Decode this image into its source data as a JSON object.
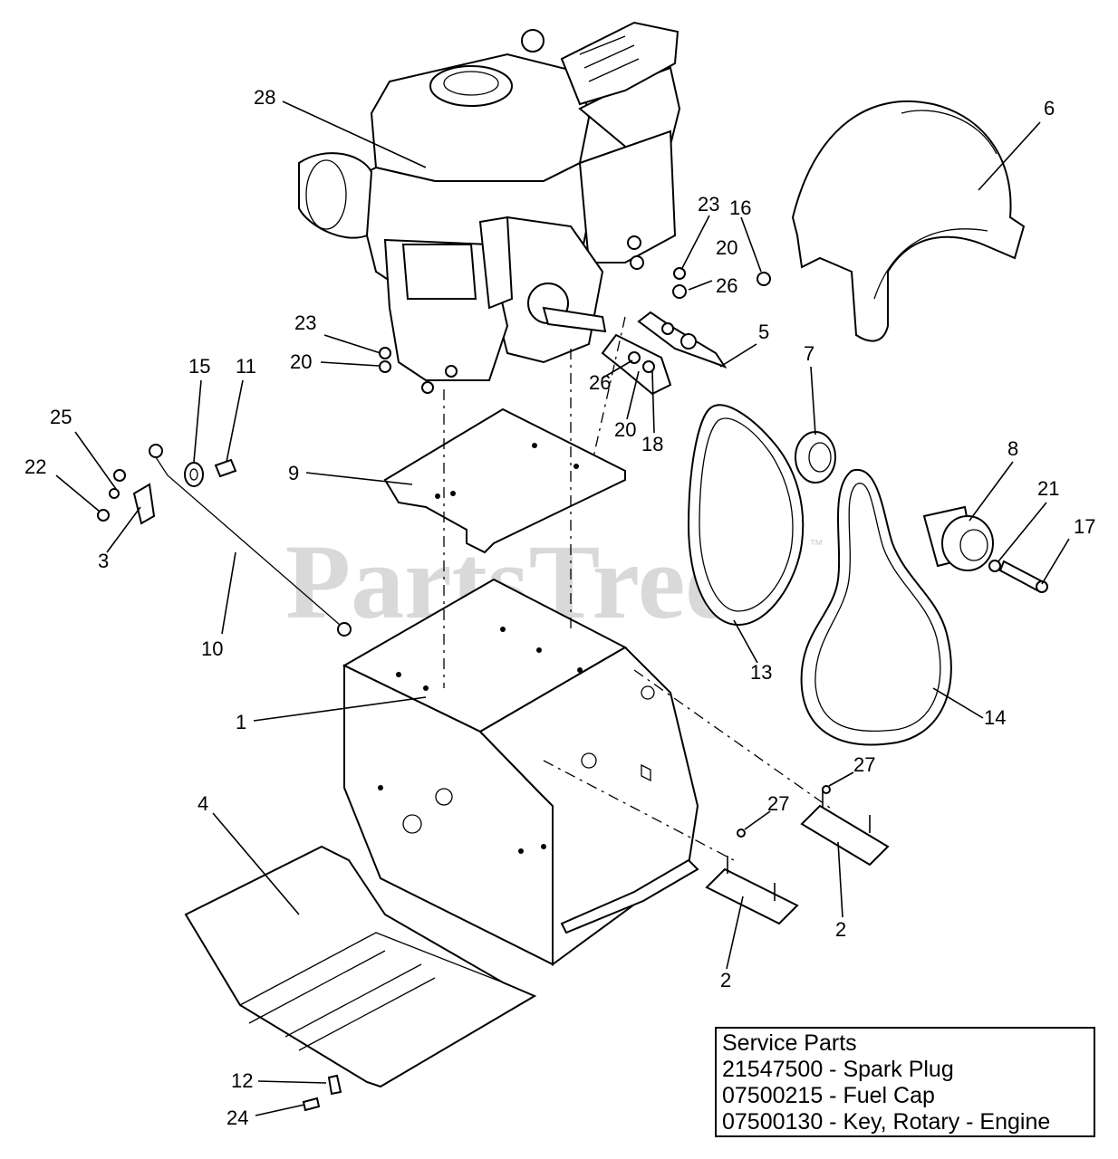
{
  "watermark": {
    "text": "PartsTree",
    "mark": "™"
  },
  "callouts": [
    "28",
    "6",
    "23",
    "16",
    "20",
    "26",
    "23",
    "20",
    "5",
    "15",
    "11",
    "7",
    "25",
    "26",
    "20",
    "18",
    "8",
    "22",
    "9",
    "21",
    "3",
    "17",
    "10",
    "13",
    "1",
    "14",
    "27",
    "4",
    "27",
    "2",
    "2",
    "12",
    "24"
  ],
  "service_parts": {
    "title": "Service Parts",
    "items": [
      "21547500 - Spark Plug",
      "07500215 - Fuel Cap",
      "07500130 - Key, Rotary - Engine"
    ]
  }
}
